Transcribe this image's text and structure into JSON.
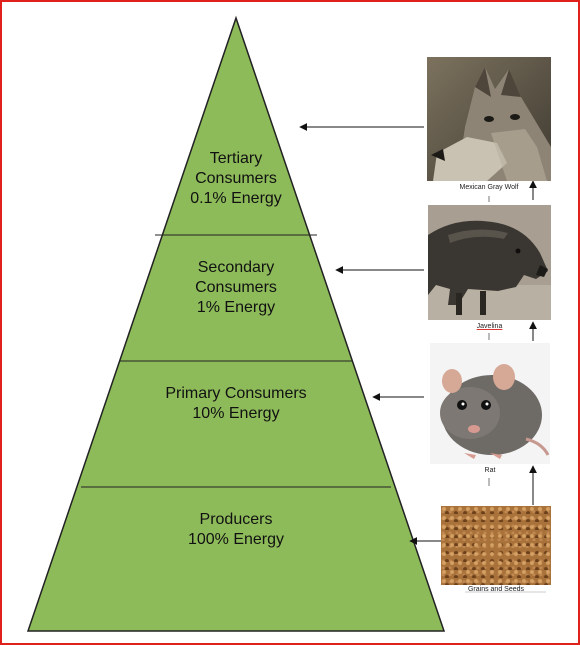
{
  "colors": {
    "frame": "#e0201b",
    "pyramid_fill": "#8ebb5a",
    "pyramid_outline": "#222222"
  },
  "tiers": [
    {
      "lines": [
        "Tertiary",
        "Consumers",
        "0.1% Energy"
      ]
    },
    {
      "lines": [
        "Secondary",
        "Consumers",
        "1% Energy"
      ]
    },
    {
      "lines": [
        "Primary Consumers",
        "10% Energy"
      ]
    },
    {
      "lines": [
        "Producers",
        "100% Energy"
      ]
    }
  ],
  "organisms": [
    {
      "caption": "Mexican Gray Wolf",
      "icon": "wolf-photo"
    },
    {
      "caption": "Javelina",
      "icon": "javelina-photo"
    },
    {
      "caption": "Rat",
      "icon": "rat-photo"
    },
    {
      "caption": "Grains and Seeds",
      "icon": "grains-photo"
    }
  ]
}
